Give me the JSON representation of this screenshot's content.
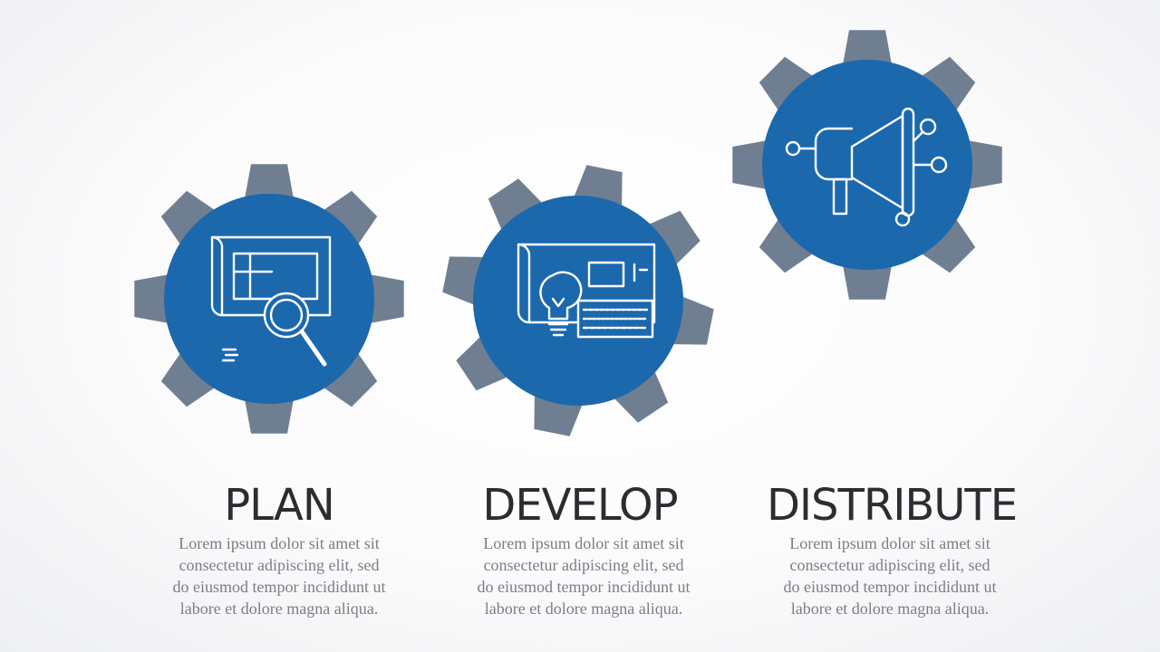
{
  "colors": {
    "gear": "#6f7f91",
    "inner": "#1c68ad",
    "icon_line": "#ffffff",
    "title": "#2b2d31",
    "body": "#7a7e86"
  },
  "stages": [
    {
      "title": "PLAN",
      "icon": "blueprint-magnifier-icon",
      "text": "Lorem ipsum dolor sit amet sit consectetur adipiscing elit, sed do eiusmod tempor incididunt ut labore et dolore magna aliqua."
    },
    {
      "title": "DEVELOP",
      "icon": "blueprint-lightbulb-icon",
      "text": "Lorem ipsum dolor sit amet sit consectetur adipiscing elit, sed do eiusmod tempor incididunt ut labore et dolore magna aliqua."
    },
    {
      "title": "DISTRIBUTE",
      "icon": "megaphone-icon",
      "text": "Lorem ipsum dolor sit amet sit consectetur adipiscing elit, sed do eiusmod tempor incididunt ut labore et dolore magna aliqua."
    }
  ]
}
